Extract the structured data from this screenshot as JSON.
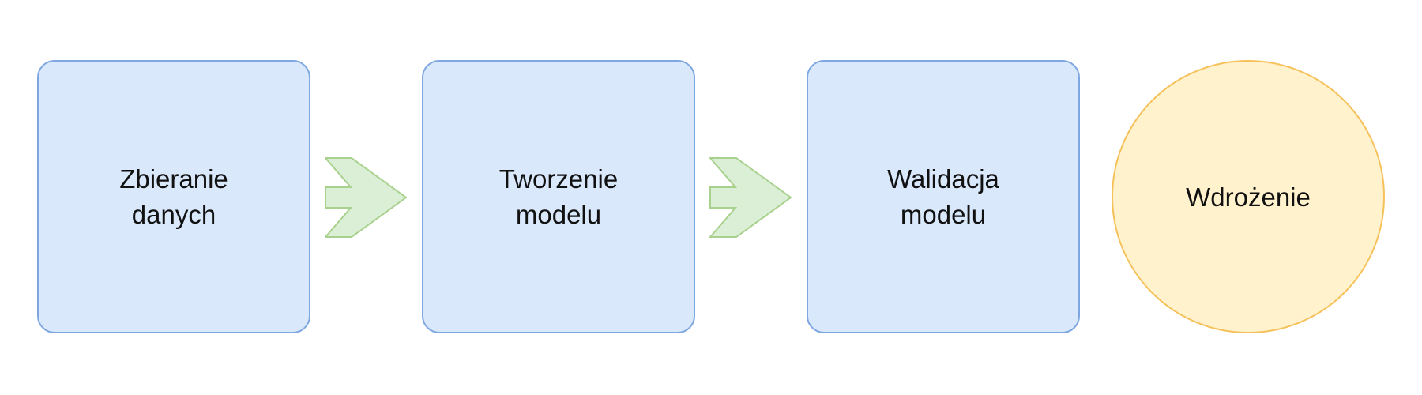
{
  "diagram": {
    "steps": [
      {
        "label": "Zbieranie\ndanych"
      },
      {
        "label": "Tworzenie\nmodelu"
      },
      {
        "label": "Walidacja\nmodelu"
      },
      {
        "label": "Wdrożenie"
      }
    ],
    "colors": {
      "step_fill": "#dae8fc",
      "step_stroke": "#7ea6e0",
      "arrow_fill": "#d5e8d4",
      "arrow_stroke": "#a9d18e",
      "final_fill": "#fff2cc",
      "final_stroke": "#f6c15a"
    }
  }
}
